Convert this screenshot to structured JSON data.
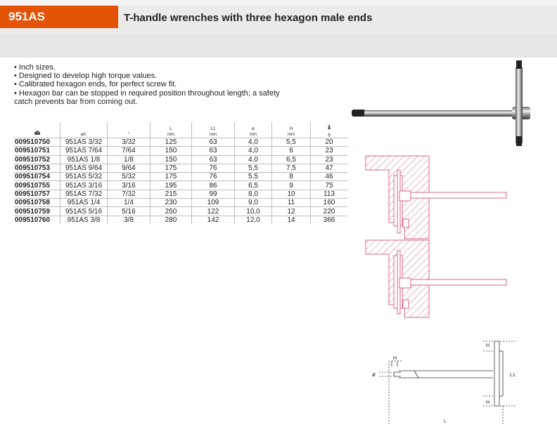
{
  "header": {
    "code": "951AS",
    "title": "T-handle wrenches with three hexagon  male ends"
  },
  "features": [
    "• Inch sizes.",
    "• Designed to develop high torque values.",
    "• Calibrated hexagon ends, for perfect screw fit.",
    "• Hexagon bar can be stopped in required position throughout length; a safety",
    "  catch prevents bar from coming out."
  ],
  "table": {
    "headers": [
      {
        "top": "",
        "bottom": "",
        "icon": "code-icon"
      },
      {
        "top": "",
        "bottom": "art."
      },
      {
        "top": "",
        "bottom": "\""
      },
      {
        "top": "L",
        "bottom": "mm"
      },
      {
        "top": "L1",
        "bottom": "mm"
      },
      {
        "top": "ø",
        "bottom": "mm"
      },
      {
        "top": "H",
        "bottom": "mm"
      },
      {
        "top": "",
        "bottom": "g",
        "icon": "weight-icon"
      }
    ],
    "rows": [
      [
        "009510750",
        "951AS 3/32",
        "3/32",
        "125",
        "63",
        "4,0",
        "5,5",
        "20"
      ],
      [
        "009510751",
        "951AS 7/64",
        "7/64",
        "150",
        "63",
        "4,0",
        "6",
        "23"
      ],
      [
        "009510752",
        "951AS 1/8",
        "1/8",
        "150",
        "63",
        "4,0",
        "6,5",
        "23"
      ],
      [
        "009510753",
        "951AS 9/64",
        "9/64",
        "175",
        "76",
        "5,5",
        "7,5",
        "47"
      ],
      [
        "009510754",
        "951AS 5/32",
        "5/32",
        "175",
        "76",
        "5,5",
        "8",
        "46"
      ],
      [
        "009510755",
        "951AS 3/16",
        "3/16",
        "195",
        "86",
        "6,5",
        "9",
        "75"
      ],
      [
        "009510757",
        "951AS 7/32",
        "7/32",
        "215",
        "99",
        "8,0",
        "10",
        "113"
      ],
      [
        "009510758",
        "951AS 1/4",
        "1/4",
        "230",
        "109",
        "9,0",
        "11",
        "160"
      ],
      [
        "009510759",
        "951AS 5/16",
        "5/16",
        "250",
        "122",
        "10,0",
        "12",
        "220"
      ],
      [
        "009510760",
        "951AS 3/8",
        "3/8",
        "280",
        "142",
        "12,0",
        "14",
        "366"
      ]
    ]
  },
  "diagram": {
    "labels": {
      "h_top": "H",
      "h_side": "H",
      "h_bottom": "H",
      "diameter": "ø",
      "length": "L",
      "length1": "L1"
    }
  },
  "colors": {
    "brand": "#e35205",
    "hatch": "#d96a8a"
  }
}
